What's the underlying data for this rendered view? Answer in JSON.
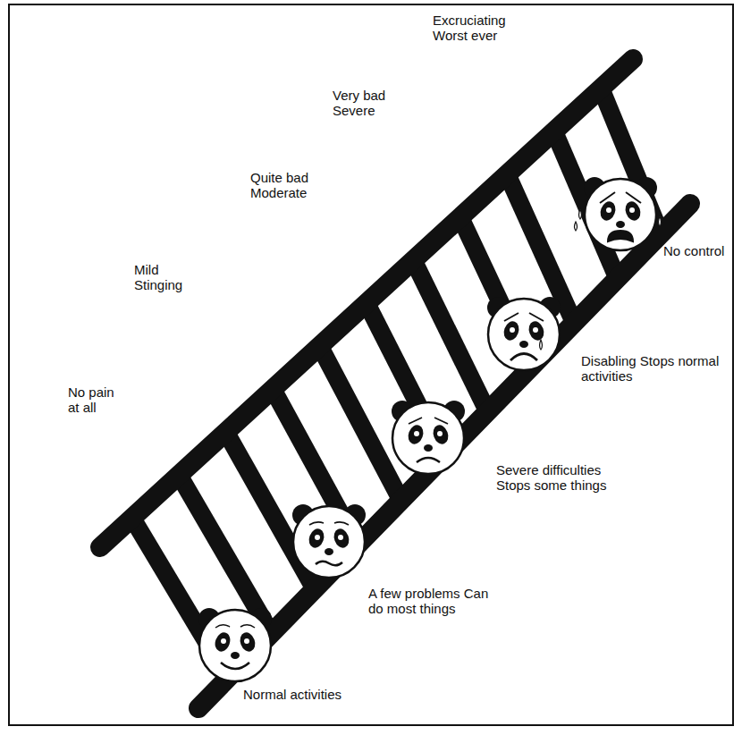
{
  "diagram": {
    "labels": [
      "Excruciating Worst ever",
      "Very bad Severe",
      "Quite bad Moderate",
      "Mild Stinging",
      "No pain at all",
      "No control",
      "Disabling Stops normal activities",
      "Severe difficulties Stops some things",
      "A few problems Can do most things",
      "Normal activities"
    ]
  }
}
